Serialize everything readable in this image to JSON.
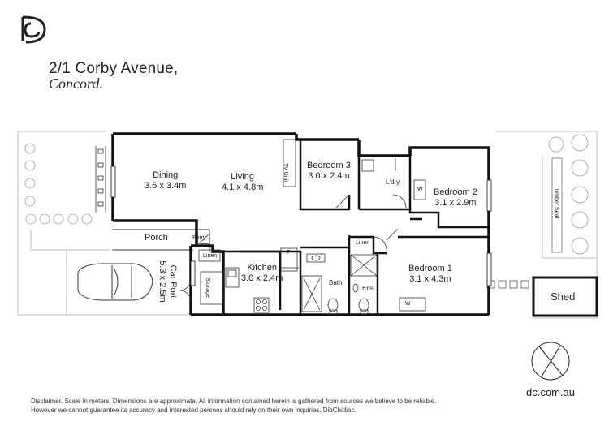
{
  "address": {
    "line1": "2/1 Corby Avenue,",
    "line2": "Concord."
  },
  "logo": {
    "icon": "dc-monogram-logo"
  },
  "rooms": {
    "dining": {
      "name": "Dining",
      "dims": "3.6 x 3.4m"
    },
    "living": {
      "name": "Living",
      "dims": "4.1 x 4.8m"
    },
    "bedroom3": {
      "name": "Bedroom 3",
      "dims": "3.0 x 2.4m"
    },
    "bedroom2": {
      "name": "Bedroom 2",
      "dims": "3.1 x 2.9m"
    },
    "bedroom1": {
      "name": "Bedroom 1",
      "dims": "3.1 x 4.3m"
    },
    "kitchen": {
      "name": "Kitchen",
      "dims": "3.0 x 2.4m"
    },
    "carport": {
      "name": "Car Port",
      "dims": "5.3 x 2.5m"
    }
  },
  "labels": {
    "porch": "Porch",
    "entry": "Entry",
    "linen1": "Linen",
    "linen2": "Linen",
    "storage": "Storage",
    "bath": "Bath",
    "ens": "Ens",
    "laundry": "L'dry",
    "tv_unit": "TV Unit",
    "timber_seat": "Timber Seat",
    "fridge": "F",
    "wardrobe1": "W",
    "wardrobe2": "W",
    "shed": "Shed"
  },
  "footer": {
    "disclaimer1": "Disclaimer. Scale in meters. Dimensions are approximate. All information contained herein is gathered from sources we believe to be reliable.",
    "disclaimer2": "However we cannot guarantee its accuracy and interested persons should rely on their own inquiries. DibChidiac.",
    "website": "dc.com.au"
  },
  "compass": {
    "icon": "north-compass-icon"
  }
}
